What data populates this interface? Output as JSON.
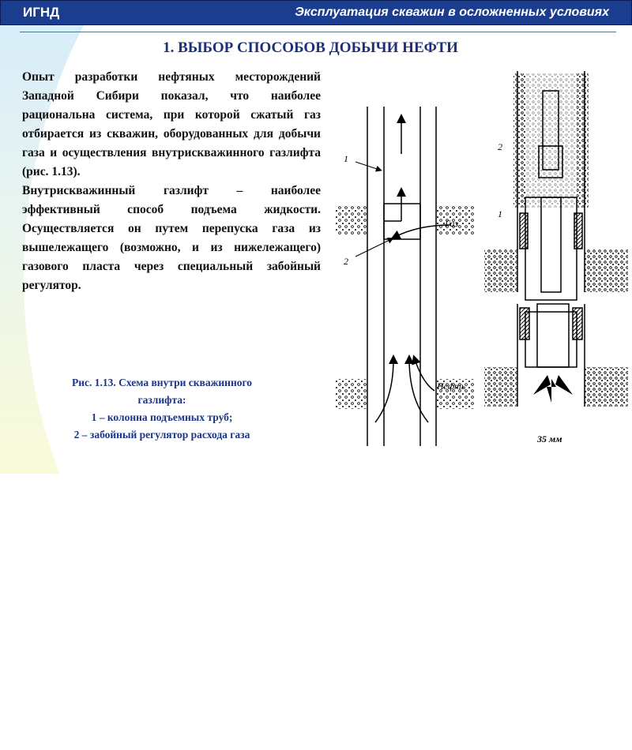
{
  "header": {
    "org": "ИГНД",
    "course": "Эксплуатация скважин в осложненных условиях"
  },
  "title": "1. ВЫБОР СПОСОБОВ ДОБЫЧИ НЕФТИ",
  "body": {
    "p1": "Опыт разработки нефтяных месторождений Западной Сибири показал, что наиболее рациональна система, при которой сжатый газ отбирается из скважин, оборудованных для добычи газа и осуществления внутрискважинного газлифта (рис. 1.13).",
    "p2": "Внутрискважинный газлифт – наиболее эффективный способ подъема жидкости. Осуществляется он путем перепуска газа из вышележащего (возможно, и из нижележащего) газового пласта через специальный забойный регулятор."
  },
  "caption": {
    "line1": "Рис. 1.13. Схема внутри скважинного",
    "line2": "газлифта:",
    "line3": "1 – колонна подъемных труб;",
    "line4": "2 – забойный регулятор расхода газа"
  },
  "figure_left": {
    "label1": "1",
    "label2": "2",
    "gas": "Газ",
    "oil": "Нефть"
  },
  "figure_right": {
    "label1": "1",
    "label2": "2",
    "scale": "35 мм"
  }
}
